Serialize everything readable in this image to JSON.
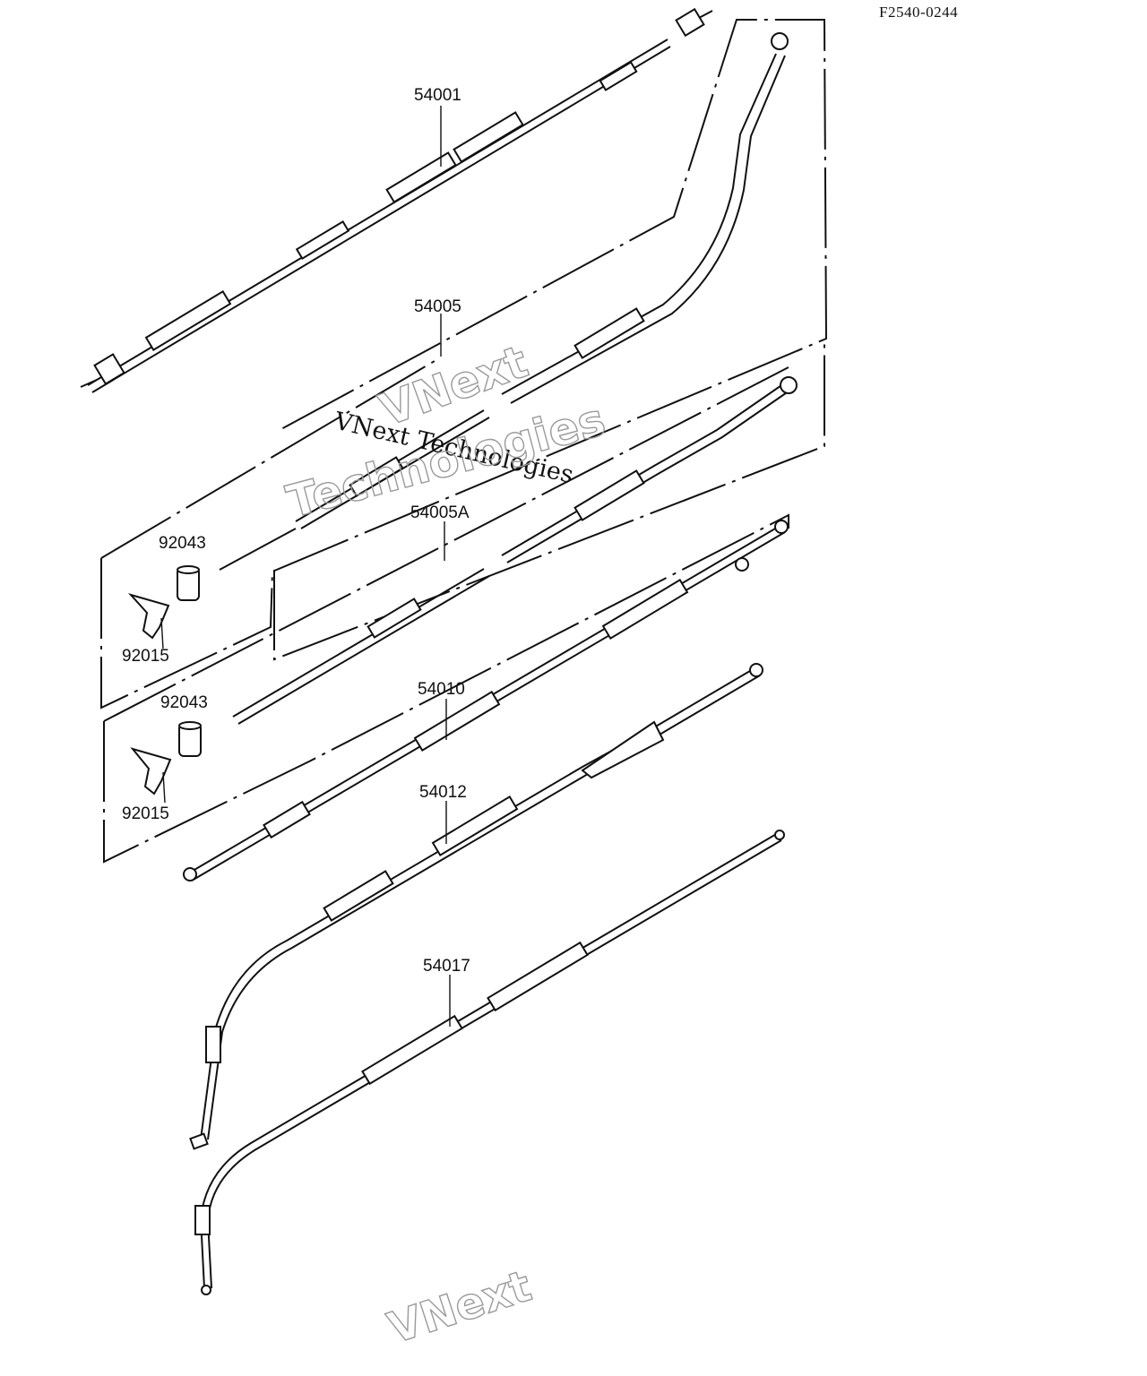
{
  "figure_code": "F2540-0244",
  "parts": {
    "p54001": "54001",
    "p54005": "54005",
    "p54005A": "54005A",
    "p92043_a": "92043",
    "p92015_a": "92015",
    "p92043_b": "92043",
    "p92015_b": "92015",
    "p54010": "54010",
    "p54012": "54012",
    "p54017": "54017"
  },
  "watermarks": {
    "brand_line": "VNext Technologies",
    "brand_top": "VNext",
    "brand_bottom": "Technologies",
    "brand_footer": "VNext"
  }
}
